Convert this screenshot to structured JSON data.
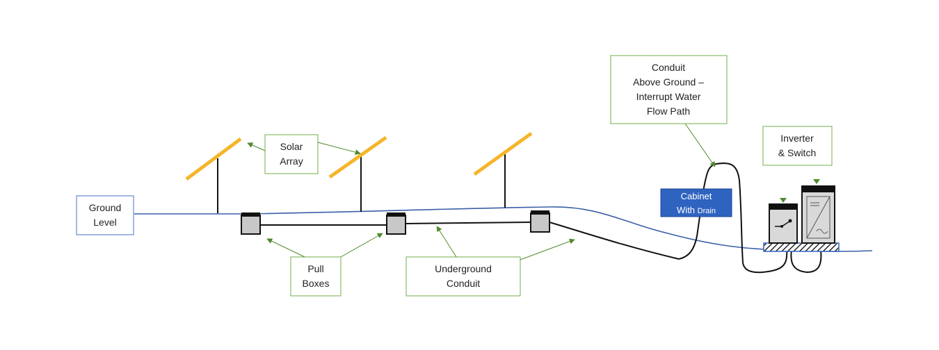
{
  "labels": {
    "ground_level": [
      "Ground",
      "Level"
    ],
    "solar_array": [
      "Solar",
      "Array"
    ],
    "pull_boxes": [
      "Pull",
      "Boxes"
    ],
    "underground_conduit": [
      "Underground",
      "Conduit"
    ],
    "conduit_above_ground": [
      "Conduit",
      "Above Ground –",
      "Interrupt Water",
      "Flow Path"
    ],
    "inverter_switch": [
      "Inverter",
      "& Switch"
    ],
    "cabinet": [
      "Cabinet",
      "With",
      "Drain"
    ]
  },
  "colors": {
    "ground_line": "#3b5ea8",
    "ground_label_border": "#4472c4",
    "callout_border": "#70ad47",
    "arrow": "#4f8a2b",
    "solar_panel": "#f5b52a",
    "cabinet_fill": "#2f63c0",
    "pull_box_fill": "#c8c8c8",
    "equipment_fill": "#d9d9d9",
    "conduit": "#111111"
  },
  "icons": {
    "disconnect_switch": "switch-symbol-icon",
    "inverter": "inverter-symbol-icon",
    "green_marker": "triangle-marker-icon"
  }
}
